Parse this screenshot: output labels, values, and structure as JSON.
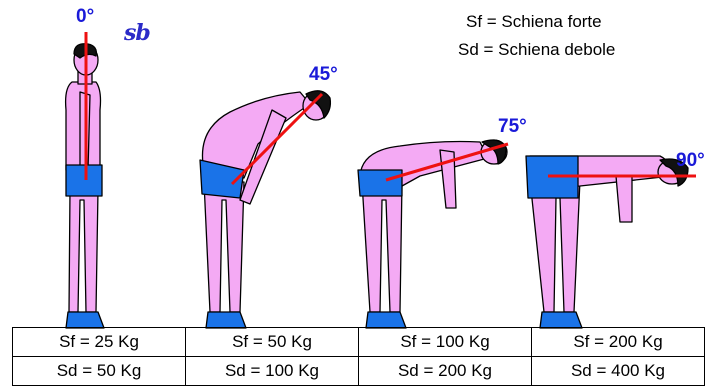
{
  "legend": [
    "Sf = Schiena forte",
    "Sd = Schiena debole"
  ],
  "signature": "sb",
  "angles": [
    "0°",
    "45°",
    "75°",
    "90°"
  ],
  "loads": {
    "strong": [
      "Sf = 25 Kg",
      "Sf = 50 Kg",
      "Sf = 100 Kg",
      "Sf = 200 Kg"
    ],
    "weak": [
      "Sd = 50 Kg",
      "Sd = 100 Kg",
      "Sd = 200 Kg",
      "Sd = 400 Kg"
    ]
  },
  "colors": {
    "skin": "#f4aaf4",
    "shorts": "#1a73e8",
    "hair": "#111111",
    "axis_line": "#ee1111",
    "angle_text": "#1a1ad8",
    "signature": "#2a2ac8"
  }
}
